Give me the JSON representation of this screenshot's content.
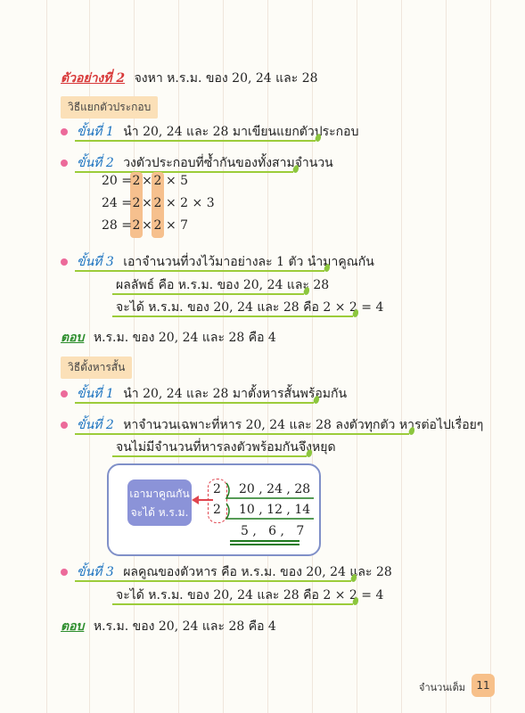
{
  "example": {
    "label": "ตัวอย่างที่ 2",
    "question": "จงหา ห.ร.ม. ของ 20, 24 และ 28"
  },
  "method1": {
    "tag": "วิธีแยกตัวประกอบ",
    "step1": {
      "label": "ขั้นที่ 1",
      "text": "นำ 20, 24 และ 28 มาเขียนแยกตัวประกอบ"
    },
    "step2": {
      "label": "ขั้นที่ 2",
      "text": "วงตัวประกอบที่ซ้ำกันของทั้งสามจำนวน"
    },
    "factor_rows": [
      {
        "n": "20 =",
        "a": "2",
        "x1": "×",
        "b": "2",
        "rest": "× 5"
      },
      {
        "n": "24 =",
        "a": "2",
        "x1": "×",
        "b": "2",
        "rest": "× 2 × 3"
      },
      {
        "n": "28 =",
        "a": "2",
        "x1": "×",
        "b": "2",
        "rest": "× 7"
      }
    ],
    "step3": {
      "label": "ขั้นที่ 3",
      "text": "เอาจำนวนที่วงไว้มาอย่างละ 1 ตัว นำมาคูณกัน",
      "line1": "ผลลัพธ์ คือ ห.ร.ม. ของ 20, 24 และ 28",
      "line2": "จะได้ ห.ร.ม. ของ 20, 24 และ 28 คือ 2 × 2 = 4"
    },
    "answer": {
      "label": "ตอบ",
      "text": "ห.ร.ม. ของ 20, 24 และ 28 คือ 4"
    }
  },
  "method2": {
    "tag": "วิธีตั้งหารสั้น",
    "step1": {
      "label": "ขั้นที่ 1",
      "text": "นำ 20, 24 และ 28 มาตั้งหารสั้นพร้อมกัน"
    },
    "step2": {
      "label": "ขั้นที่ 2",
      "text": "หาจำนวนเฉพาะที่หาร 20, 24 และ 28 ลงตัวทุกตัว หารต่อไปเรื่อยๆ",
      "line2": "จนไม่มีจำนวนที่หารลงตัวพร้อมกันจึงหยุด"
    },
    "diagram": {
      "pill_line1": "เอามาคูณกัน",
      "pill_line2": "จะได้ ห.ร.ม.",
      "divisors": [
        "2",
        "2"
      ],
      "rows": [
        "20 , 24 , 28",
        "10 , 12 , 14",
        "5 ,   6 ,   7"
      ]
    },
    "step3": {
      "label": "ขั้นที่ 3",
      "text": "ผลคูณของตัวหาร คือ ห.ร.ม. ของ 20, 24 และ 28",
      "line2": "จะได้ ห.ร.ม. ของ 20, 24 และ 28 คือ 2 × 2 = 4"
    },
    "answer": {
      "label": "ตอบ",
      "text": "ห.ร.ม. ของ 20, 24 และ 28 คือ 4"
    }
  },
  "footer": {
    "chapter": "จำนวนเต็ม",
    "page": "11"
  },
  "colors": {
    "accent_red": "#d83a3a",
    "step_blue": "#1a72c0",
    "underline_green": "#9ccc3a",
    "highlight_orange": "#f6c08e",
    "bullet_pink": "#ec6a9a"
  }
}
